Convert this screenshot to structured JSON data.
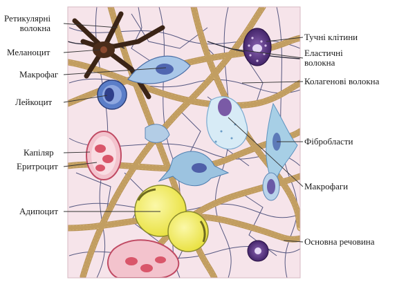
{
  "top_text": "",
  "labels_left": [
    {
      "key": "reticular",
      "text": "Ретикулярні\nволокна"
    },
    {
      "key": "melanocyte",
      "text": "Меланоцит"
    },
    {
      "key": "macrophage_left",
      "text": "Макрофаг"
    },
    {
      "key": "leukocyte",
      "text": "Лейкоцит"
    },
    {
      "key": "capillary",
      "text": "Капіляр"
    },
    {
      "key": "erythrocyte",
      "text": "Еритроцит"
    },
    {
      "key": "adipocyte",
      "text": "Адипоцит"
    }
  ],
  "labels_right": [
    {
      "key": "mast",
      "text": "Тучні клітини"
    },
    {
      "key": "elastic",
      "text": "Еластичні\nволокна"
    },
    {
      "key": "collagen",
      "text": "Колагенові волокна"
    },
    {
      "key": "fibroblasts",
      "text": "Фібробласти"
    },
    {
      "key": "macrophages_right",
      "text": "Макрофаги"
    },
    {
      "key": "ground",
      "text": "Основна речовина"
    }
  ],
  "colors": {
    "background": "#f6e4ea",
    "collagen": "#e8c98a",
    "collagen_stripe": "#b99458",
    "reticular": "#3a3f6e",
    "melanocyte": "#3b2416",
    "adipocyte": "#f3ef5a",
    "mast": "#4a2a6e",
    "leukocyte": "#5b7ec8",
    "macrophage": "#8fb6d8",
    "erythrocyte": "#d9566a",
    "fibroblast": "#9cc3e0"
  }
}
